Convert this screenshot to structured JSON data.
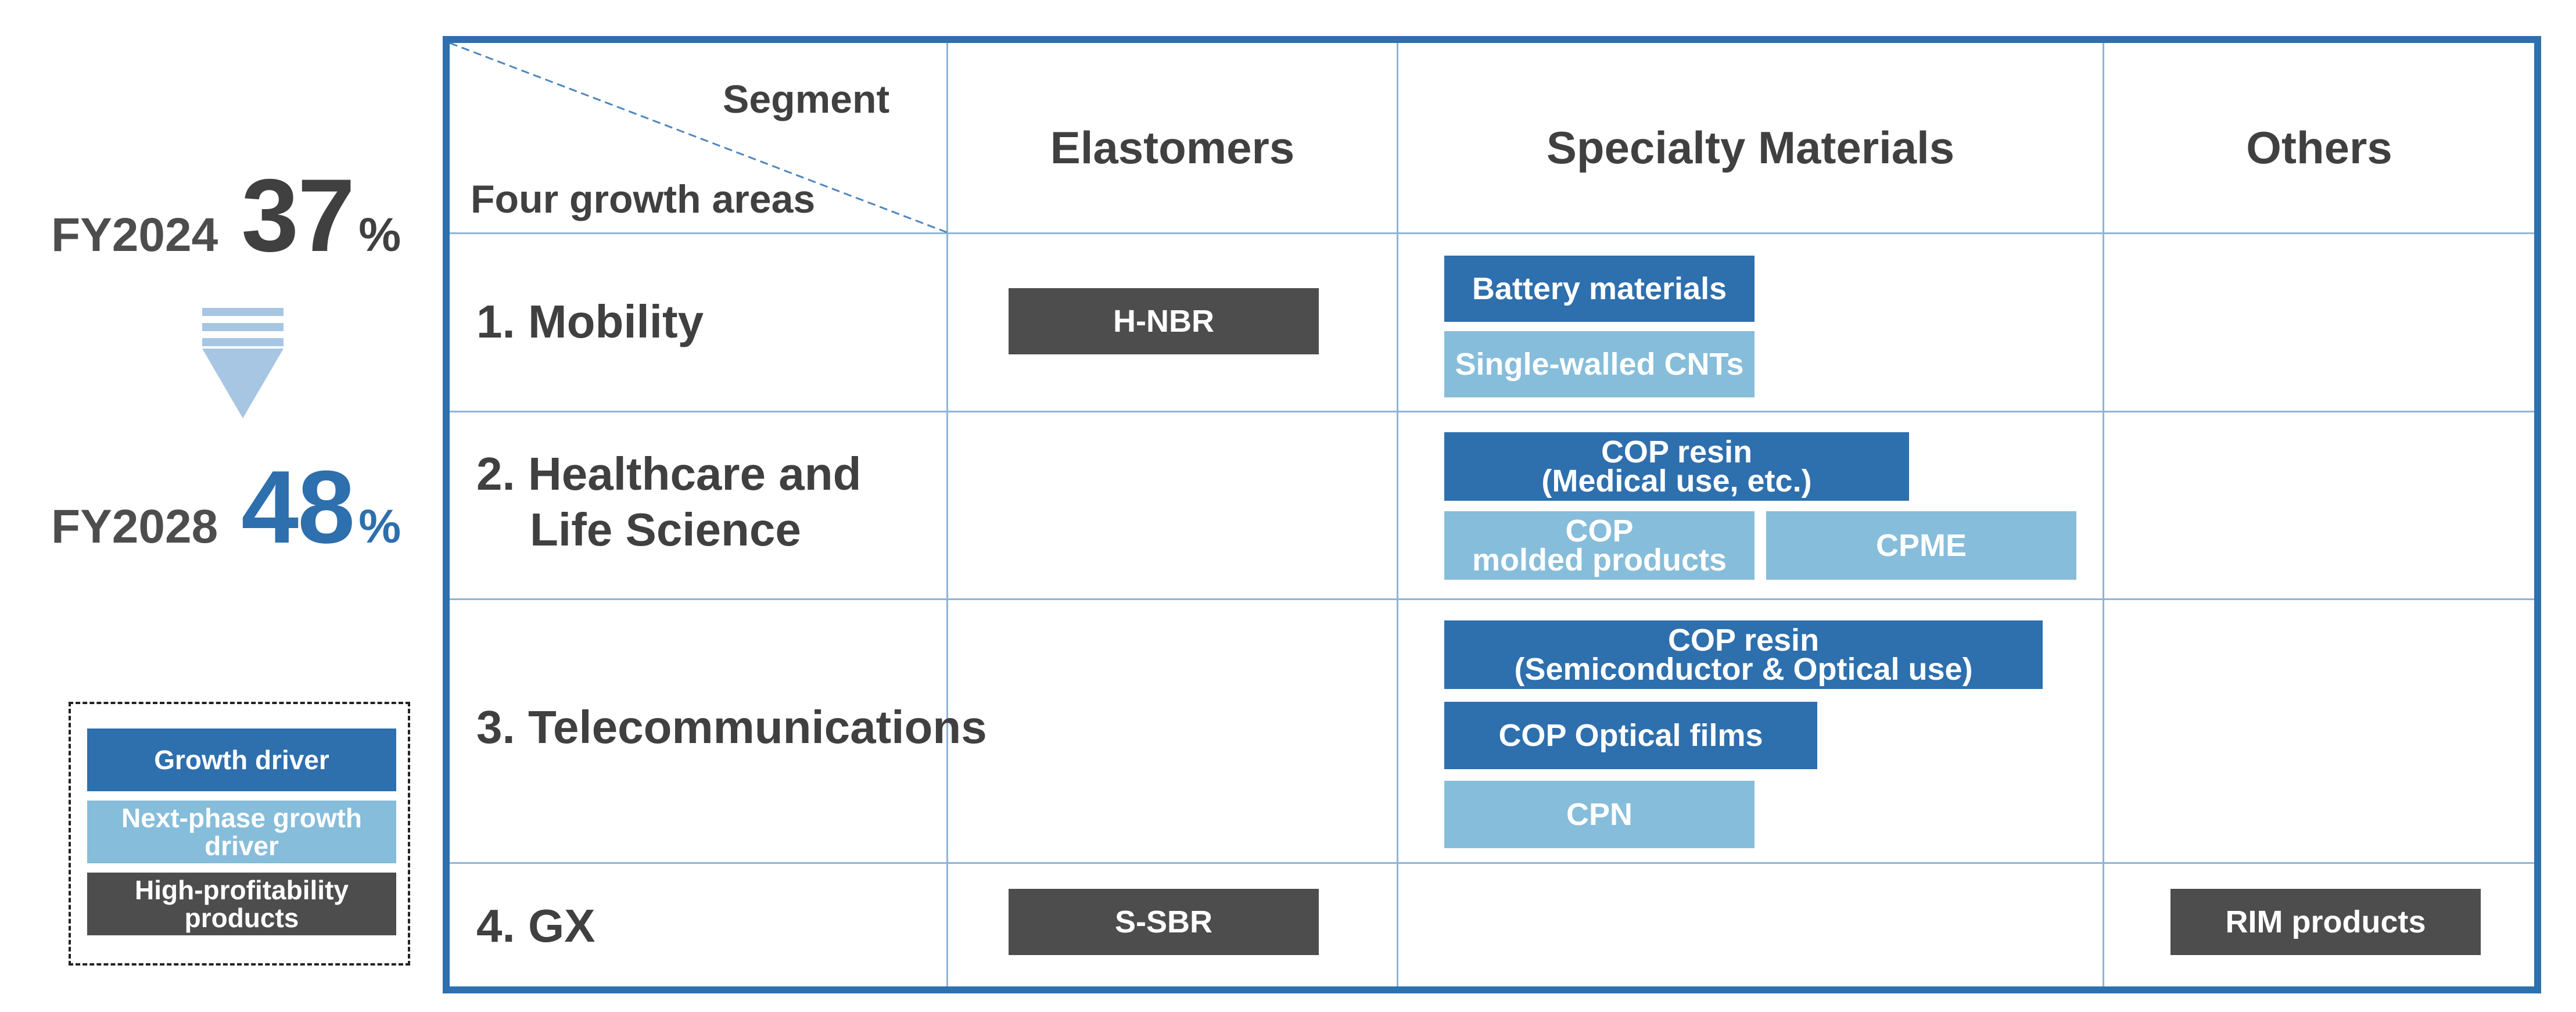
{
  "kpi": {
    "fy2024": {
      "label": "FY2024",
      "value": "37",
      "unit": "%"
    },
    "fy2028": {
      "label": "FY2028",
      "value": "48",
      "unit": "%"
    }
  },
  "legend": {
    "growth_driver": "Growth driver",
    "next_phase": "Next-phase growth driver",
    "high_profit": "High-profitability products"
  },
  "matrix": {
    "corner_segment": "Segment",
    "corner_areas": "Four growth areas",
    "columns": [
      "Elastomers",
      "Specialty Materials",
      "Others"
    ],
    "rows": [
      {
        "label": "1. Mobility"
      },
      {
        "label_line1": "2. Healthcare and",
        "label_line2": "Life Science"
      },
      {
        "label": "3. Telecommunications"
      },
      {
        "label": "4. GX"
      }
    ],
    "items": {
      "h_nbr": "H-NBR",
      "battery": "Battery materials",
      "cnt": "Single-walled CNTs",
      "cop_resin_med_1": "COP resin",
      "cop_resin_med_2": "(Medical use, etc.)",
      "cop_molded_1": "COP",
      "cop_molded_2": "molded products",
      "cpme": "CPME",
      "cop_resin_semi_1": "COP resin",
      "cop_resin_semi_2": "(Semiconductor & Optical use)",
      "cop_films": "COP Optical films",
      "cpn": "CPN",
      "s_sbr": "S-SBR",
      "rim": "RIM products"
    }
  },
  "colors": {
    "growth_driver": "#2e6fad",
    "next_phase": "#86bdda",
    "high_profit": "#4d4d4d",
    "frame": "#2e6fad",
    "grid": "#8eb4d9"
  }
}
